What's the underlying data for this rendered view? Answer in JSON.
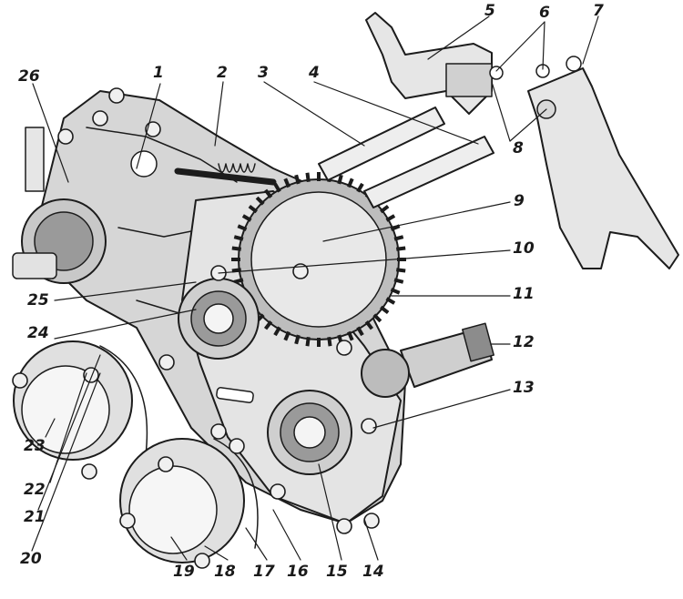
{
  "colors": {
    "ink": "#1c1c1c",
    "paper": "#ffffff",
    "shade": "#cfcfcf",
    "dark": "#6a6a6a"
  },
  "labels": {
    "l1": "1",
    "l2": "2",
    "l3": "3",
    "l4": "4",
    "l5": "5",
    "l6": "6",
    "l7": "7",
    "l8": "8",
    "l9": "9",
    "l10": "10",
    "l11": "11",
    "l12": "12",
    "l13": "13",
    "l14": "14",
    "l15": "15",
    "l16": "16",
    "l17": "17",
    "l18": "18",
    "l19": "19",
    "l20": "20",
    "l21": "21",
    "l22": "22",
    "l23": "23",
    "l24": "24",
    "l25": "25",
    "l26": "26"
  }
}
